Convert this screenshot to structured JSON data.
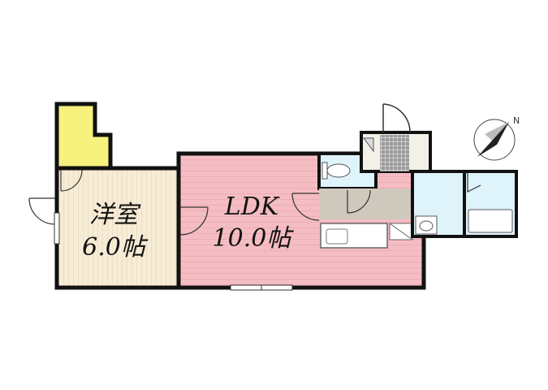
{
  "rooms": {
    "western": {
      "name": "洋室",
      "size": "6.0帖"
    },
    "ldk": {
      "name": "LDK",
      "size": "10.0帖"
    }
  },
  "compass": {
    "label": "N"
  },
  "colors": {
    "wall": "#111111",
    "western_room": "#f7ecd6",
    "ldk": "#f4bdc3",
    "closet": "#f7f17e",
    "wet_area": "#dff3fb",
    "kitchen_floor": "#cfc9bd",
    "entrance_tile": "#9a9a9a"
  }
}
